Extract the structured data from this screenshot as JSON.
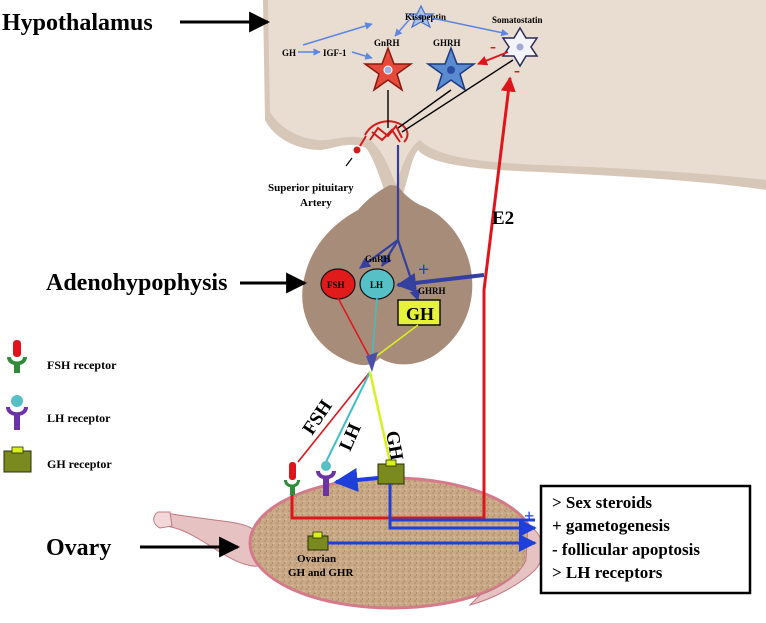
{
  "regions": {
    "hypothalamus": "Hypothalamus",
    "adenohypophysis": "Adenohypophysis",
    "ovary": "Ovary"
  },
  "hypothalamus_labels": {
    "kisspeptin": "Kisspeptin",
    "gh": "GH",
    "igf1": "IGF-1",
    "gnrh": "GnRH",
    "ghrh": "GHRH",
    "somatostatin": "Somatostatin"
  },
  "artery_label": [
    "Superior pituitary",
    "Artery"
  ],
  "e2_label": "E2",
  "pituitary_labels": {
    "gnrh": "GnRH",
    "fsh": "FSH",
    "lh": "LH",
    "ghrh": "GHRH",
    "gh": "GH"
  },
  "signs": {
    "plus": "+",
    "minus": "-"
  },
  "hormone_lines": {
    "fsh": "FSH",
    "lh": "LH",
    "gh": "GH"
  },
  "legend": [
    {
      "label": "FSH receptor",
      "icon": "fsh-receptor-icon"
    },
    {
      "label": "LH receptor",
      "icon": "lh-receptor-icon"
    },
    {
      "label": "GH receptor",
      "icon": "gh-receptor-icon"
    }
  ],
  "ovary_label": [
    "Ovarian",
    "GH and GHR"
  ],
  "effects": [
    "> Sex steroids",
    "+ gametogenesis",
    "- follicular apoptosis",
    "> LH receptors"
  ],
  "colors": {
    "red": "#e0151b",
    "blue": "#1f3fd9",
    "navy": "#3340a0",
    "cyan": "#3fc0c8",
    "yellow_green": "#d8f01c",
    "tissue": "#c6b2a4",
    "gland": "#a48a78",
    "ovary": "#b99a80",
    "gh_box": "#e6f23a",
    "receptor_green": "#7a8a1e"
  }
}
